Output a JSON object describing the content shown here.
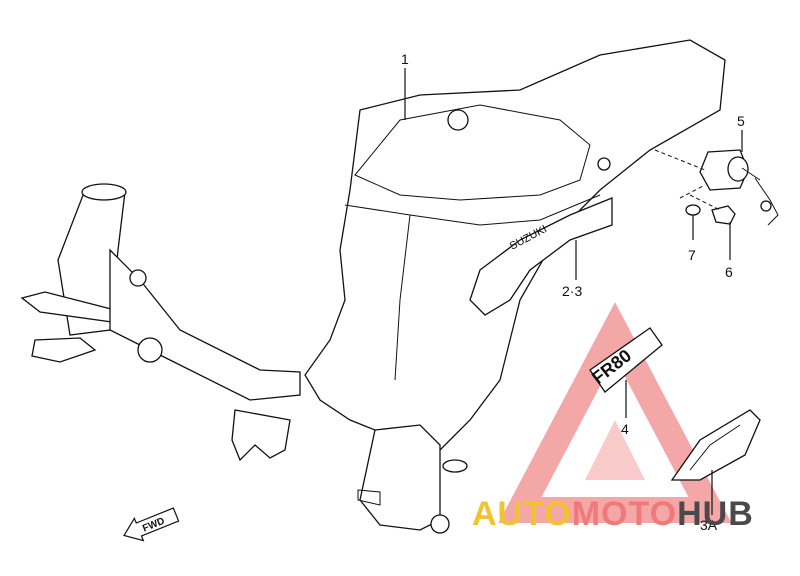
{
  "diagram": {
    "callouts": {
      "frame": "1",
      "cover": "2·3",
      "badge": "4",
      "emblem": "3A",
      "lock": "5",
      "bolt": "6",
      "washer": "7"
    },
    "fwd_label": "FWD",
    "cover_lettering": "SUZUKI",
    "badge_lettering": "FR80"
  },
  "watermark": {
    "part1": "AUTO",
    "part2": "MOTO",
    "part3": "HUB",
    "colors": {
      "auto": "#f2c230",
      "moto": "#f07a7a",
      "hub": "#4a4a4a",
      "triangle": "#f08a8a"
    }
  }
}
